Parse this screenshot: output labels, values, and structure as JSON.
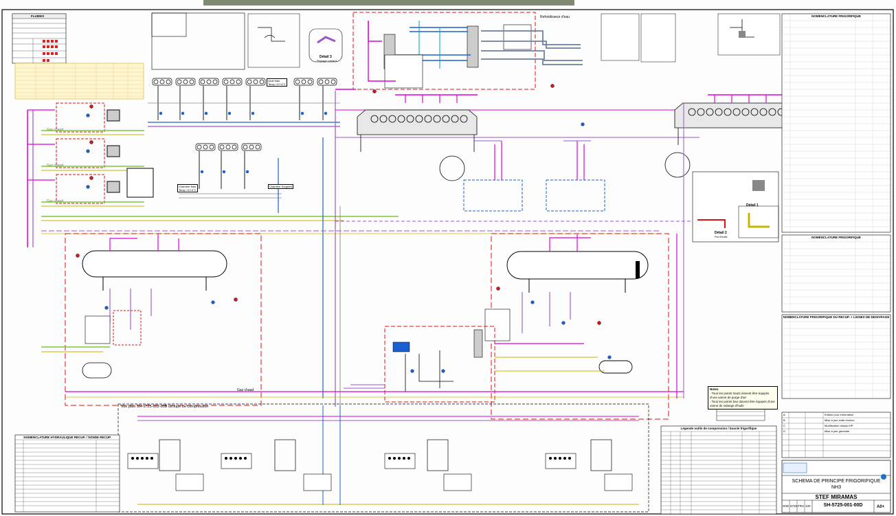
{
  "sheet": {
    "project": "STEF MIRAMAS",
    "drawing_title": "SCHEMA DE PRINCIPE FRIGORIFIQUE",
    "drawing_subtitle": "NH3",
    "drawing_number": "SH-5725-001-00D",
    "format": "A0+",
    "scale_codes": [
      "SHE",
      "5725",
      "FRU",
      "100"
    ]
  },
  "labels": {
    "quai_frais": "Quai frais\nTemp.+2/+4°C",
    "chambre_frais": "Chambre frais\nTemp.+2/+4°C",
    "chambre_surgeles": "Chambre Surgelés",
    "refroidisseur": "Refroidisseur d'eau",
    "detail_3": "Détail 3",
    "detail_3_sub": "Piquage costard",
    "detail_1": "Détail 1",
    "detail_2": "Détail 2",
    "detail_2_sub": "Pot d'huile",
    "compression_ref": "Voir plan SH-5725-002-00B Groupe de compression",
    "fluides": "FLUIDES",
    "nomenclature_frigo": "NOMENCLATURE FRIGORIFIQUE",
    "nomenclature_hydraulique": "NOMENCLATURE HYDRAULIQUE RECUP. / SONDE RECUP.",
    "nomenclature_recup": "NOMENCLATURE FRIGORIFIQUE DU RECUP. + LIGNES DE DEGIVRAGE",
    "liste_tags": "Légende outils de compression / boucle frigorifique",
    "gaz_chaud": "Gaz chaud"
  },
  "notes": {
    "title": "Notes",
    "lines": [
      "- Tous les points hauts doivent être équipés d'une vanne de purge d'air",
      "- Tous les points bas doivent être équipés d'une vanne de vidange d'huile"
    ]
  },
  "revision_rows": [
    {
      "rev": "A",
      "desc": "Edition pour information"
    },
    {
      "rev": "B",
      "desc": "Mise à jour suite réunion"
    },
    {
      "rev": "C",
      "desc": "Modification réseau HP"
    },
    {
      "rev": "D",
      "desc": "Mise à jour générale"
    }
  ],
  "colors": {
    "magenta_line": "#e000e0",
    "violet_line": "#9a55c8",
    "blue_line": "#1a5fd0",
    "green_line": "#7cc83a",
    "yellow_line": "#c8b400",
    "red_dash": "#e01010",
    "cyan_line": "#00a0c8",
    "grey_line": "#888888",
    "brand_blue": "#1a73c8"
  }
}
